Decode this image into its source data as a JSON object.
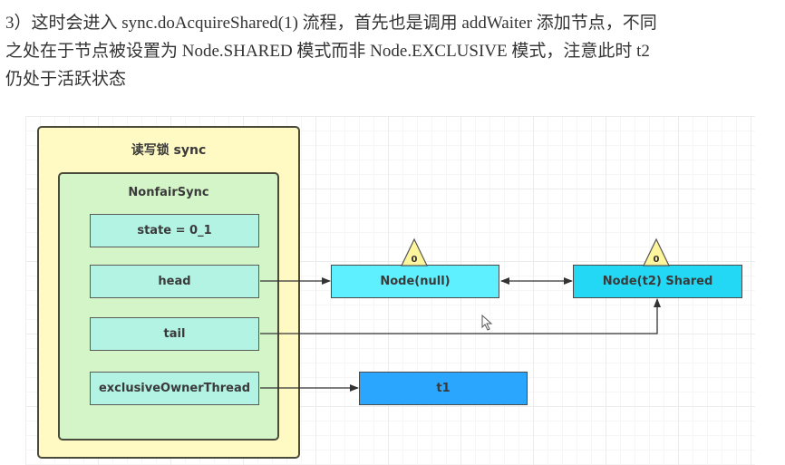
{
  "description": {
    "lines": [
      "3）这时会进入 sync.doAcquireShared(1) 流程，首先也是调用 addWaiter 添加节点，不同",
      "之处在于节点被设置为 Node.SHARED 模式而非 Node.EXCLUSIVE 模式，注意此时 t2",
      "仍处于活跃状态"
    ]
  },
  "diagram": {
    "outer_container": {
      "label": "读写锁 sync",
      "color": "#fff9c4"
    },
    "inner_container": {
      "label": "NonfairSync",
      "color": "#d4f5c8"
    },
    "fields": [
      {
        "id": "state",
        "label": "state = 0_1"
      },
      {
        "id": "head",
        "label": "head"
      },
      {
        "id": "tail",
        "label": "tail"
      },
      {
        "id": "exclusiveOwnerThread",
        "label": "exclusiveOwnerThread"
      }
    ],
    "nodes": {
      "node_null": {
        "label": "Node(null)",
        "badge": "0",
        "color": "#5ff0ff"
      },
      "node_t2": {
        "label": "Node(t2) Shared",
        "badge": "0",
        "color": "#22d8f4"
      },
      "t1": {
        "label": "t1",
        "color": "#2aa6ff"
      }
    },
    "edges": [
      {
        "from": "head",
        "to": "Node(null)",
        "type": "arrow"
      },
      {
        "from": "Node(null)",
        "to": "Node(t2) Shared",
        "type": "bidirectional"
      },
      {
        "from": "tail",
        "to": "Node(t2) Shared",
        "type": "arrow"
      },
      {
        "from": "exclusiveOwnerThread",
        "to": "t1",
        "type": "arrow"
      }
    ],
    "badge_color": "#fff59d"
  }
}
